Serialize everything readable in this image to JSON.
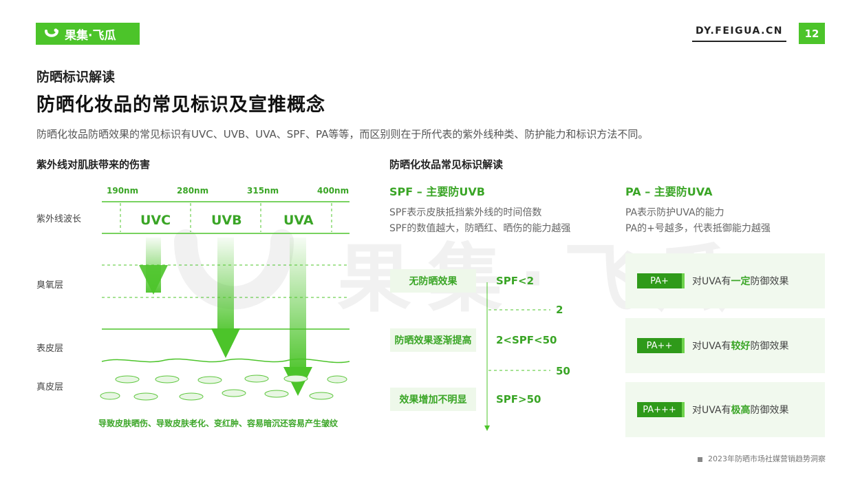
{
  "header": {
    "logo_text": "果集·飞瓜",
    "site": "DY.FEIGUA.CN",
    "page_number": "12"
  },
  "watermark": {
    "text": "果集·飞瓜"
  },
  "section_tag": "防晒标识解读",
  "page_title": "防晒化妆品的常见标识及宣推概念",
  "intro": "防晒化妆品防晒效果的常见标识有UVC、UVB、UVA、SPF、PA等等，而区别则在于所代表的紫外线种类、防护能力和标识方法不同。",
  "uv_damage": {
    "title": "紫外线对肌肤带来的伤害",
    "wavelengths": [
      "190nm",
      "280nm",
      "315nm",
      "400nm"
    ],
    "row_labels": {
      "wavelength": "紫外线波长",
      "ozone": "臭氧层",
      "epidermis": "表皮层",
      "dermis": "真皮层"
    },
    "bands": [
      "UVC",
      "UVB",
      "UVA"
    ],
    "damage_text": "导致皮肤晒伤、导致皮肤老化、变红肿、容易暗沉还容易产生皱纹"
  },
  "marks": {
    "title": "防晒化妆品常见标识解读",
    "spf": {
      "heading": "SPF – 主要防UVB",
      "desc_1": "SPF表示皮肤抵挡紫外线的时间倍数",
      "desc_2": "SPF的数值越大，防晒红、晒伤的能力越强",
      "levels": [
        {
          "effect": "无防晒效果",
          "value": "SPF<2"
        },
        {
          "effect": "防晒效果逐渐提高",
          "value": "2<SPF<50"
        },
        {
          "effect": "效果增加不明显",
          "value": "SPF>50"
        }
      ],
      "ticks": [
        "2",
        "50"
      ]
    },
    "pa": {
      "heading": "PA – 主要防UVA",
      "desc_1": "PA表示防护UVA的能力",
      "desc_2": "PA的+号越多，代表抵御能力越强",
      "levels": [
        {
          "badge": "PA+",
          "prefix": "对UVA有",
          "emphasis": "一定",
          "suffix": "防御效果"
        },
        {
          "badge": "PA++",
          "prefix": "对UVA有",
          "emphasis": "较好",
          "suffix": "防御效果"
        },
        {
          "badge": "PA+++",
          "prefix": "对UVA有",
          "emphasis": "极高",
          "suffix": "防御效果"
        }
      ]
    }
  },
  "footer": "2023年防晒市场社媒营销趋势洞察",
  "colors": {
    "brand_green": "#4cc42a",
    "text_green": "#3aa526",
    "panel_bg": "#f1f9ee"
  }
}
